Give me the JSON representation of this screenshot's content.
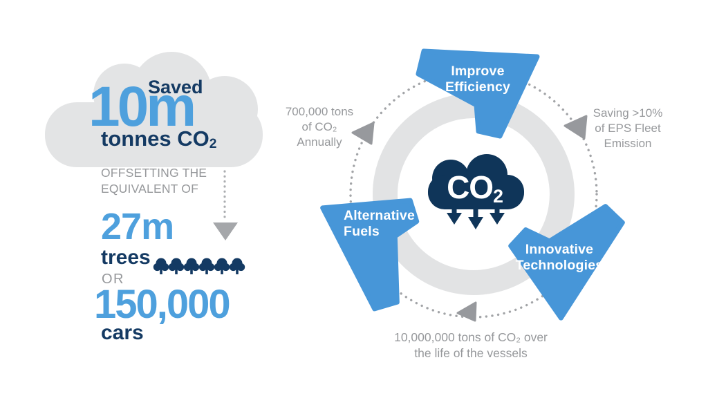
{
  "colors": {
    "text_blue": "#4EA0DD",
    "shape_blue": "#4796D8",
    "navy": "#143A63",
    "center_cloud_navy": "#0F3559",
    "gray_text": "#96989B",
    "cloud_gray": "#E3E4E5",
    "ring_gray": "#E2E3E4",
    "arrow_gray": "#9A9DA0"
  },
  "left_panel": {
    "saved_label": "Saved",
    "saved_value": "10m",
    "saved_unit": "tonnes CO",
    "saved_unit_sub": "2",
    "offsetting_line1": "OFFSETTING THE",
    "offsetting_line2": "EQUIVALENT OF",
    "trees_value": "27m",
    "trees_label": "trees",
    "tree_icon_count": "6",
    "or_label": "OR",
    "cars_value": "150,000",
    "cars_label": "cars"
  },
  "cycle": {
    "center_label": "CO",
    "center_label_sub": "2",
    "segments": [
      {
        "line1": "Improve",
        "line2": "Efficiency"
      },
      {
        "line1": "Innovative",
        "line2": "Technologies"
      },
      {
        "line1": "Alternative",
        "line2": "Fuels"
      }
    ],
    "annotations": [
      {
        "line1": "700,000 tons",
        "line2": "of CO₂",
        "line3": "Annually"
      },
      {
        "line1": "Saving >10%",
        "line2": "of EPS Fleet",
        "line3": "Emission"
      },
      {
        "line1": "10,000,000 tons of CO₂ over",
        "line2": "the life of the vessels"
      }
    ]
  }
}
